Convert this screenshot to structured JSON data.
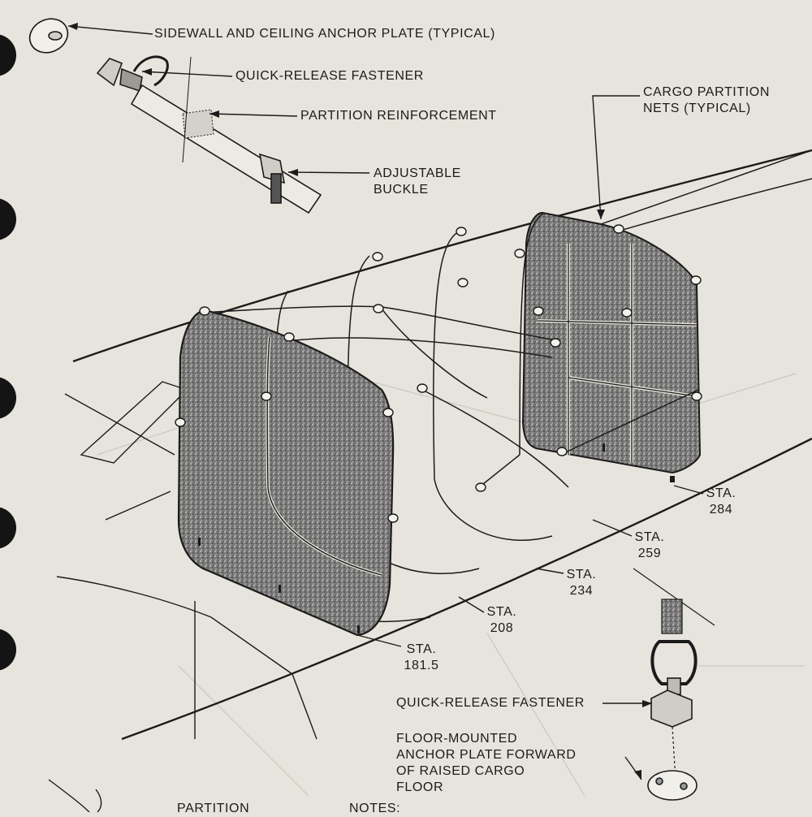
{
  "labels": {
    "anchor_plate": "SIDEWALL AND CEILING ANCHOR PLATE (TYPICAL)",
    "qr_fastener_top": "QUICK-RELEASE FASTENER",
    "partition_reinforcement": "PARTITION REINFORCEMENT",
    "adjustable_buckle": "ADJUSTABLE\nBUCKLE",
    "cargo_partition_nets": "CARGO PARTITION\nNETS (TYPICAL)",
    "qr_fastener_bottom": "QUICK-RELEASE FASTENER",
    "floor_anchor": "FLOOR-MOUNTED\nANCHOR PLATE FORWARD\nOF RAISED CARGO\nFLOOR",
    "bottom_left_cut": "PARTITION",
    "bottom_right_cut": "NOTES:"
  },
  "stations": [
    {
      "text": "STA.\n284"
    },
    {
      "text": "STA.\n259"
    },
    {
      "text": "STA.\n234"
    },
    {
      "text": "STA.\n208"
    },
    {
      "text": "STA.\n181.5"
    }
  ],
  "colors": {
    "paper": "#e6e4dc",
    "ink": "#1b1b1b",
    "net_fill": "#6e6e6e",
    "ghost_text": "#b9b7b0"
  }
}
